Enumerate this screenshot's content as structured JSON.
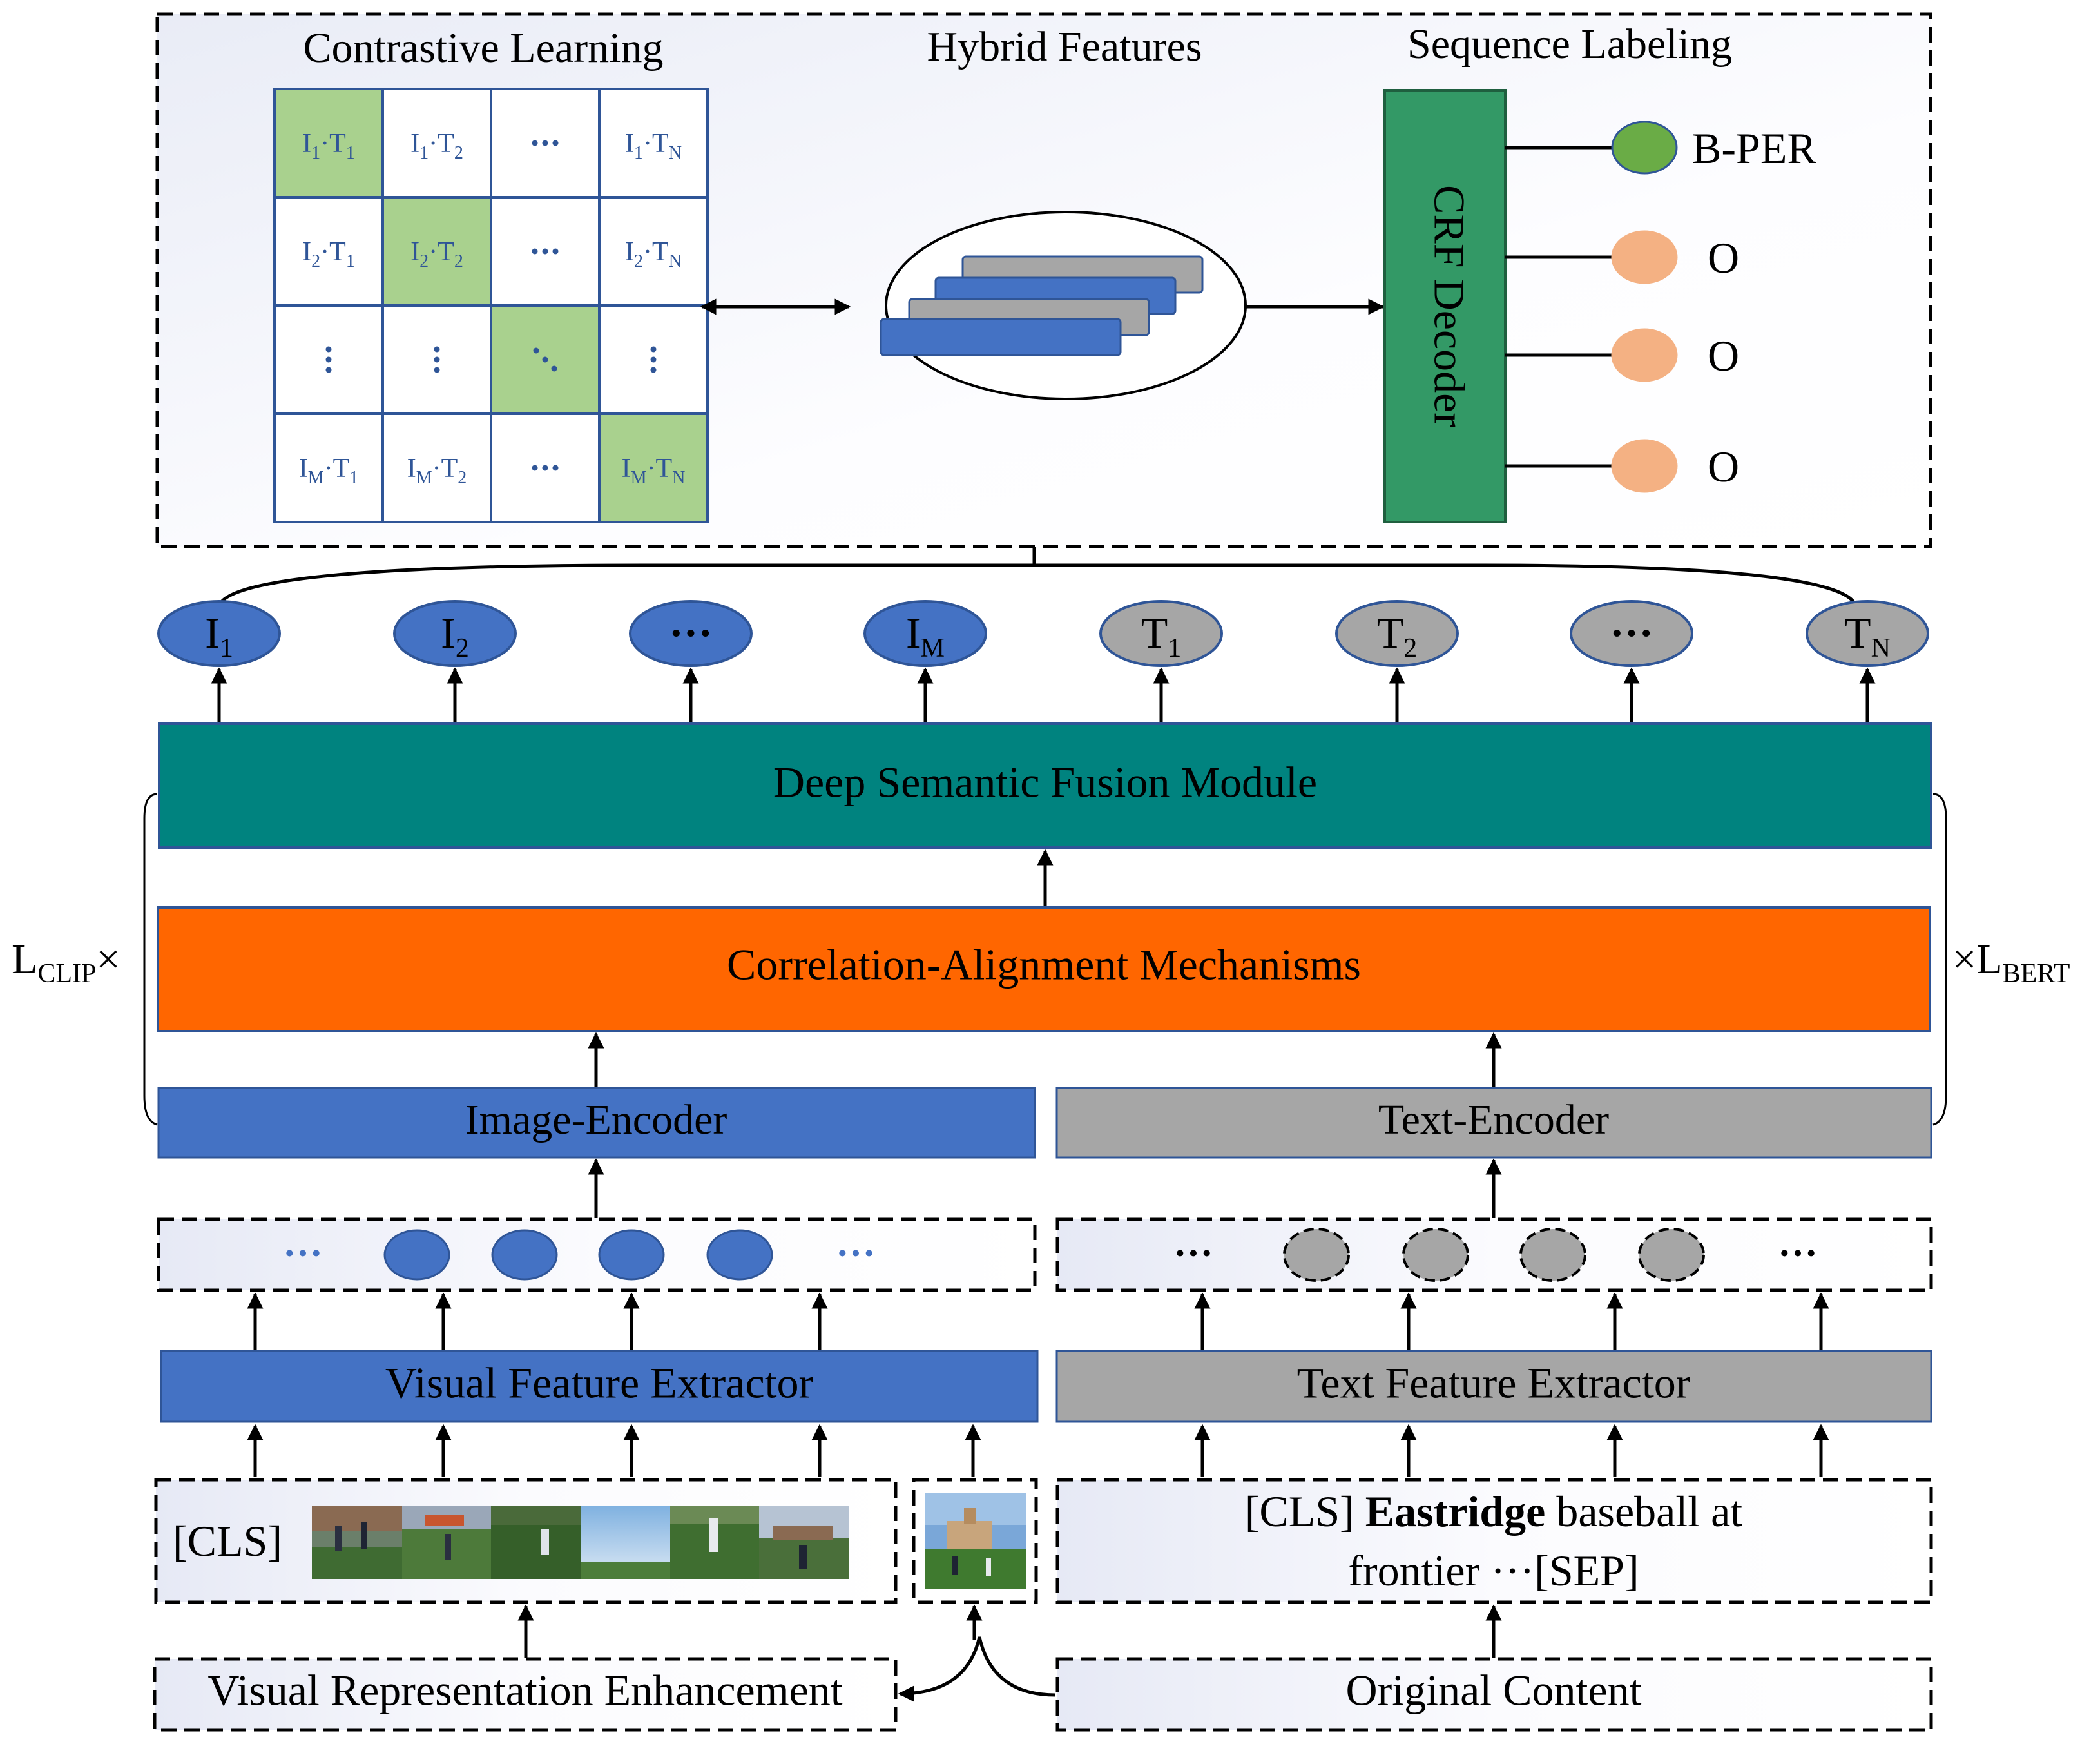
{
  "top_panel": {
    "contrastive_title": "Contrastive Learning",
    "hybrid_title": "Hybrid Features",
    "sequence_title": "Sequence Labeling",
    "matrix": [
      [
        {
          "i": "I",
          "isub": "1",
          "t": "T",
          "tsub": "1",
          "diag": true
        },
        {
          "i": "I",
          "isub": "1",
          "t": "T",
          "tsub": "2"
        },
        {
          "dots": "h"
        },
        {
          "i": "I",
          "isub": "1",
          "t": "T",
          "tsub": "N"
        }
      ],
      [
        {
          "i": "I",
          "isub": "2",
          "t": "T",
          "tsub": "1"
        },
        {
          "i": "I",
          "isub": "2",
          "t": "T",
          "tsub": "2",
          "diag": true
        },
        {
          "dots": "h"
        },
        {
          "i": "I",
          "isub": "2",
          "t": "T",
          "tsub": "N"
        }
      ],
      [
        {
          "dots": "v"
        },
        {
          "dots": "v"
        },
        {
          "dots": "d",
          "diag": true
        },
        {
          "dots": "v"
        }
      ],
      [
        {
          "i": "I",
          "isub": "M",
          "t": "T",
          "tsub": "1"
        },
        {
          "i": "I",
          "isub": "M",
          "t": "T",
          "tsub": "2"
        },
        {
          "dots": "h"
        },
        {
          "i": "I",
          "isub": "M",
          "t": "T",
          "tsub": "N",
          "diag": true
        }
      ]
    ],
    "crf_label": "CRF Decoder",
    "labels": [
      {
        "text": "B-PER",
        "color": "#6aac46"
      },
      {
        "text": "O",
        "color": "#f4b183"
      },
      {
        "text": "O",
        "color": "#f4b183"
      },
      {
        "text": "O",
        "color": "#f4b183"
      }
    ]
  },
  "tokens": [
    {
      "base": "I",
      "sub": "1",
      "kind": "image"
    },
    {
      "base": "I",
      "sub": "2",
      "kind": "image"
    },
    {
      "base": "···",
      "sub": "",
      "kind": "image"
    },
    {
      "base": "I",
      "sub": "M",
      "kind": "image"
    },
    {
      "base": "T",
      "sub": "1",
      "kind": "text"
    },
    {
      "base": "T",
      "sub": "2",
      "kind": "text"
    },
    {
      "base": "···",
      "sub": "",
      "kind": "text"
    },
    {
      "base": "T",
      "sub": "N",
      "kind": "text"
    }
  ],
  "modules": {
    "fusion": "Deep Semantic Fusion Module",
    "alignment": "Correlation-Alignment Mechanisms",
    "image_encoder": "Image-Encoder",
    "text_encoder": "Text-Encoder",
    "visual_extractor": "Visual Feature Extractor",
    "text_extractor": "Text Feature Extractor"
  },
  "loss_left": {
    "base": "L",
    "sub": "CLIP",
    "suffix": "×"
  },
  "loss_right": {
    "prefix": "×",
    "base": "L",
    "sub": "BERT"
  },
  "ellipsis": "···",
  "inputs": {
    "cls_label": "[CLS]",
    "text_line1_pre": "[CLS] ",
    "text_line1_bold": "Eastridge",
    "text_line1_post": " baseball at",
    "text_line2": "frontier ···[SEP]"
  },
  "bottom": {
    "enhancement": "Visual Representation Enhancement",
    "original": "Original Content"
  },
  "colors": {
    "blue": "#4472c4",
    "gray": "#a6a6a6",
    "teal": "#00837f",
    "orange": "#ff6600",
    "crf_green": "#339966",
    "matrix_green": "#a9d18e",
    "matrix_text": "#2f5597"
  }
}
